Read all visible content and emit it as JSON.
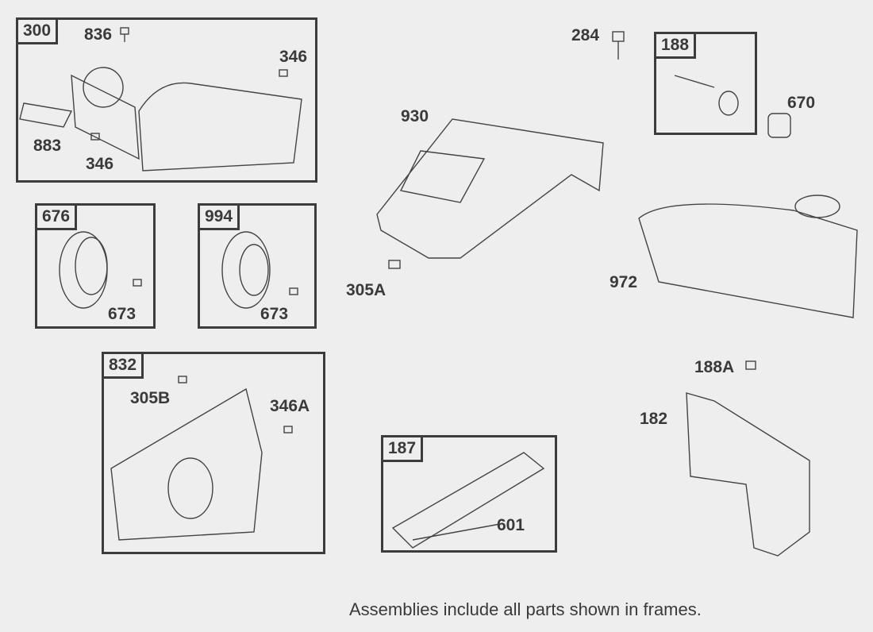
{
  "frames": {
    "f300": "300",
    "f676": "676",
    "f994": "994",
    "f832": "832",
    "f187": "187",
    "f188": "188"
  },
  "labels": {
    "l836": "836",
    "l346a": "346",
    "l883": "883",
    "l346b": "346",
    "l673a": "673",
    "l673b": "673",
    "l305B": "305B",
    "l346A": "346A",
    "l284": "284",
    "l670": "670",
    "l930": "930",
    "l305A": "305A",
    "l972": "972",
    "l188A": "188A",
    "l182": "182",
    "l601": "601"
  },
  "note": "Assemblies include all parts shown in frames."
}
